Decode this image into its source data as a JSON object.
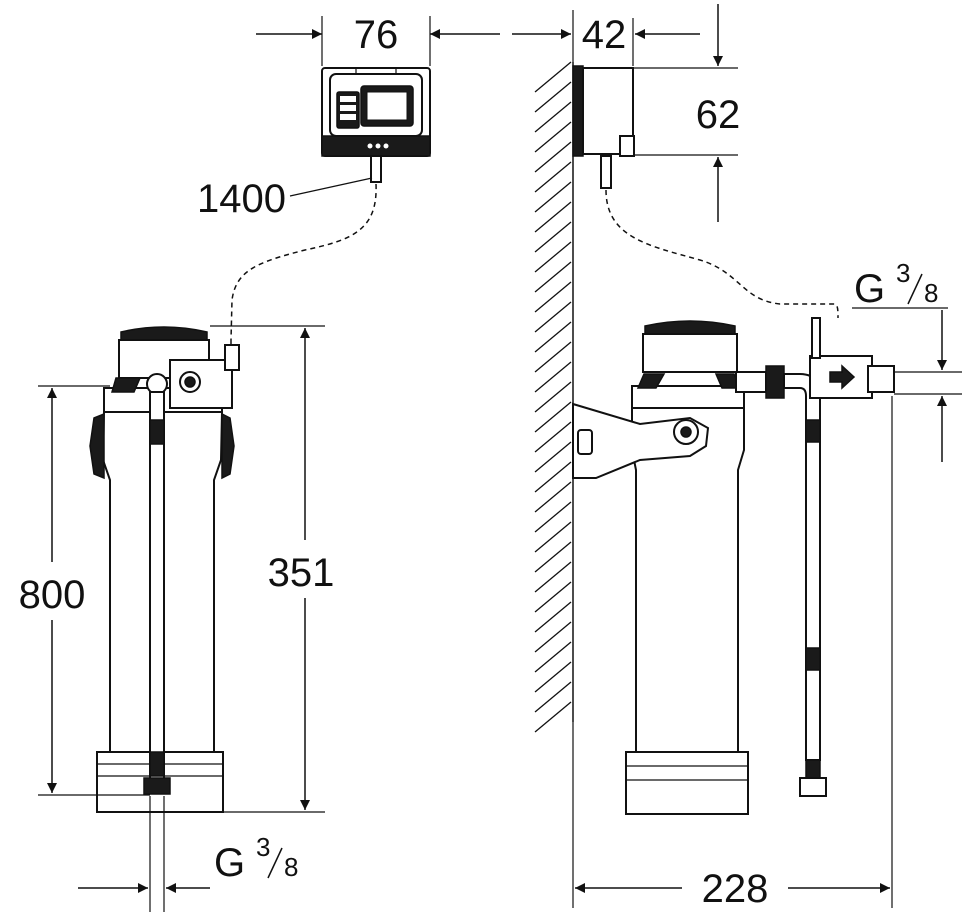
{
  "dimensions": {
    "controller_width": "76",
    "controller_depth": "42",
    "controller_height": "62",
    "cable_length": "1400",
    "filter_total_height": "351",
    "filter_body_height": "800",
    "overall_depth": "228"
  },
  "connections": {
    "outlet_thread": {
      "letter": "G",
      "num": "3",
      "den": "8"
    },
    "inlet_thread": {
      "letter": "G",
      "num": "3",
      "den": "8"
    }
  }
}
